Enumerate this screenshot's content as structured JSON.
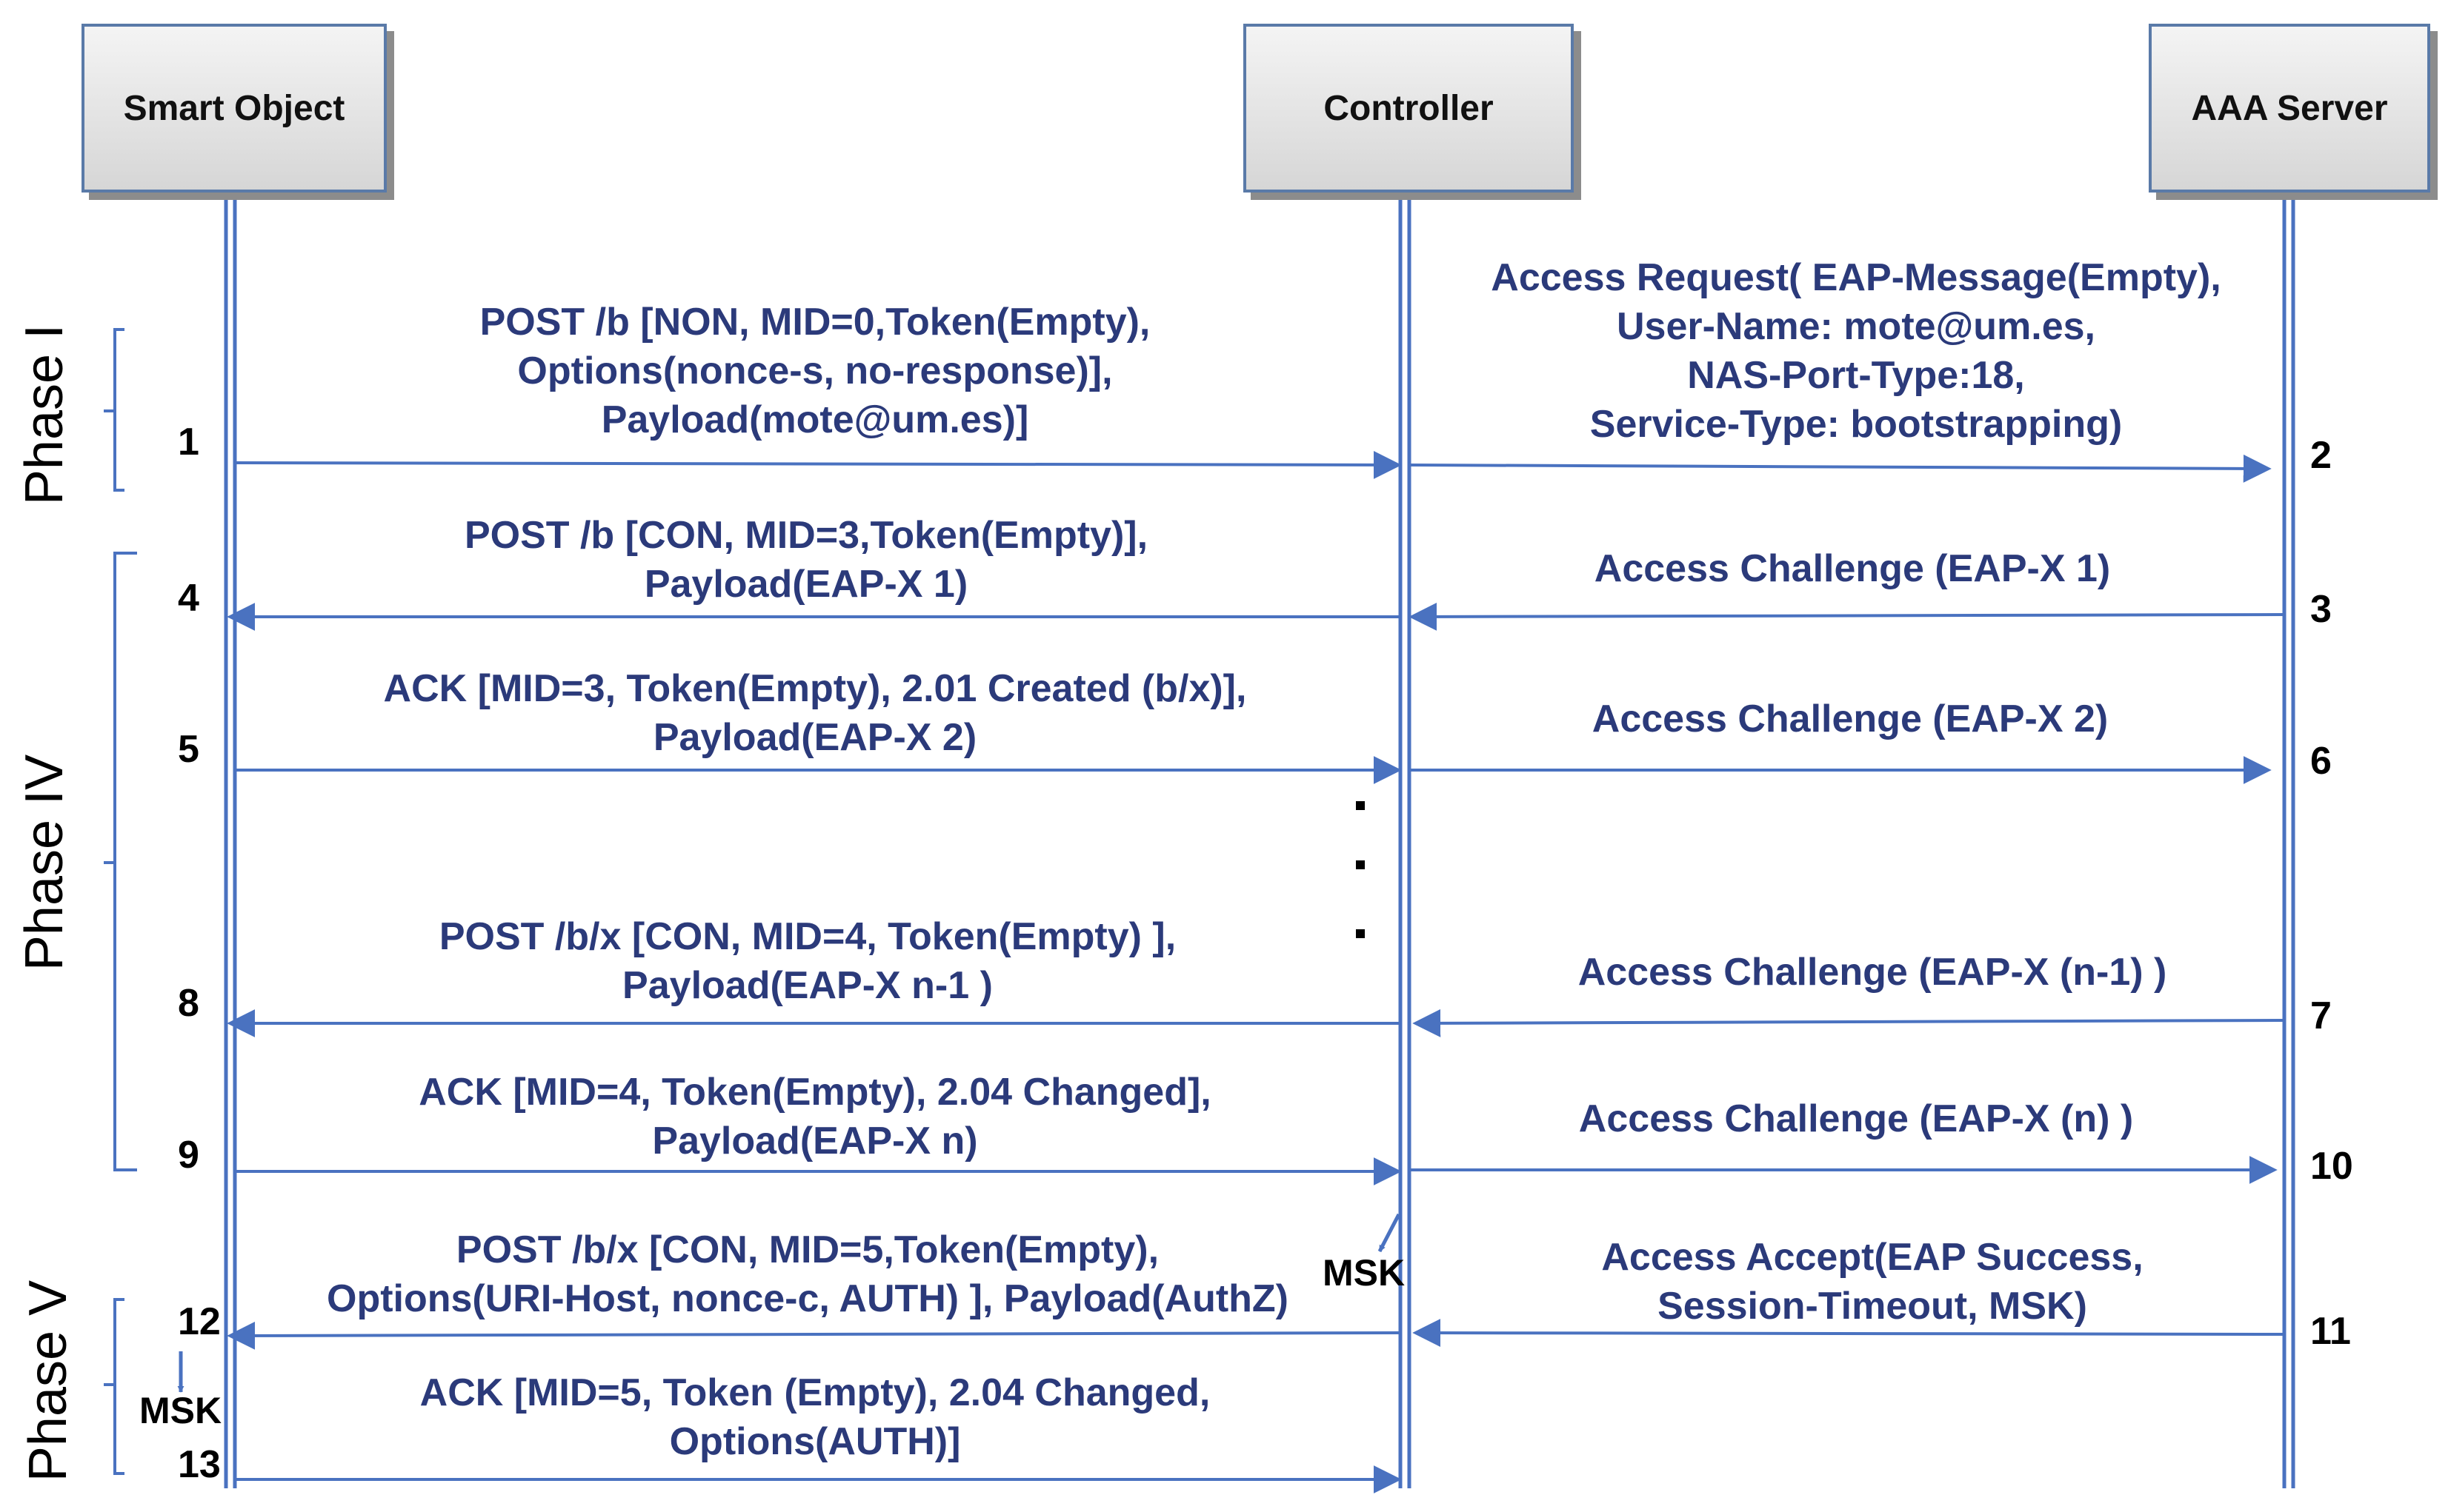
{
  "actors": {
    "smart_object": "Smart Object",
    "controller": "Controller",
    "aaa_server": "AAA Server"
  },
  "phases": {
    "phase1": "Phase I",
    "phase4": "Phase IV",
    "phase5": "Phase V"
  },
  "messages": {
    "m1": [
      "POST /b [NON, MID=0,Token(Empty),",
      "Options(nonce-s, no-response)],",
      "Payload(mote@um.es)]"
    ],
    "m2": [
      "Access Request( EAP-Message(Empty),",
      "User-Name: mote@um.es,",
      "NAS-Port-Type:18,",
      "Service-Type: bootstrapping)"
    ],
    "m3": [
      "Access Challenge (EAP-X 1)"
    ],
    "m4": [
      "POST /b [CON, MID=3,Token(Empty)],",
      "Payload(EAP-X 1)"
    ],
    "m5": [
      "ACK [MID=3, Token(Empty), 2.01 Created (b/x)],",
      "Payload(EAP-X 2)"
    ],
    "m6": [
      "Access Challenge (EAP-X 2)"
    ],
    "m7": [
      "Access Challenge (EAP-X  (n-1) )"
    ],
    "m8": [
      "POST /b/x [CON, MID=4, Token(Empty) ],",
      "Payload(EAP-X n-1 )"
    ],
    "m9": [
      "ACK [MID=4, Token(Empty), 2.04 Changed],",
      "Payload(EAP-X n)"
    ],
    "m10": [
      "Access Challenge (EAP-X (n) )"
    ],
    "m11": [
      "Access Accept(EAP Success,",
      "Session-Timeout, MSK)"
    ],
    "m12": [
      "POST /b/x [CON, MID=5,Token(Empty),",
      "Options(URI-Host, nonce-c, AUTH) ], Payload(AuthZ)"
    ],
    "m13": [
      "ACK [MID=5, Token (Empty), 2.04 Changed,",
      "Options(AUTH)]"
    ]
  },
  "steps": {
    "s1": "1",
    "s2": "2",
    "s3": "3",
    "s4": "4",
    "s5": "5",
    "s6": "6",
    "s7": "7",
    "s8": "8",
    "s9": "9",
    "s10": "10",
    "s11": "11",
    "s12": "12",
    "s13": "13"
  },
  "msk": {
    "controller": "MSK",
    "smart_object": "MSK"
  },
  "colors": {
    "arrow": "#4a72c0",
    "message_text": "#2b3a7a",
    "lifeline": "#4a72c0",
    "box_border": "#5a7aa8"
  }
}
